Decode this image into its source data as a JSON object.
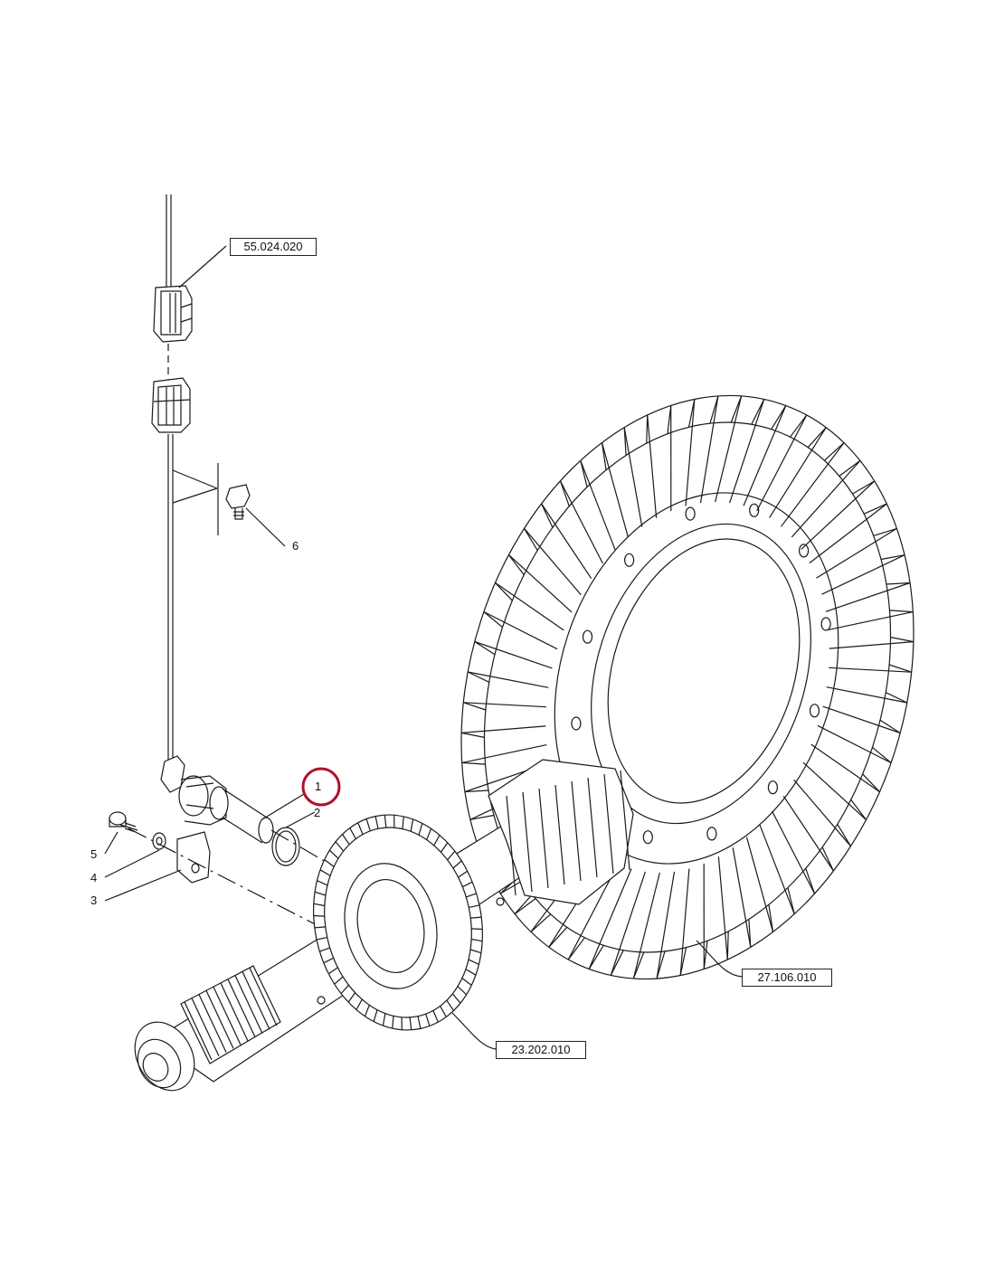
{
  "diagram": {
    "references": {
      "harness": "55.024.020",
      "bevel_gear": "27.106.010",
      "shaft_gear": "23.202.010"
    },
    "callouts": [
      "1",
      "2",
      "3",
      "4",
      "5",
      "6"
    ],
    "highlighted_callout": "1",
    "highlight_color": "#b0102a",
    "line_color": "#1a1a1a"
  }
}
